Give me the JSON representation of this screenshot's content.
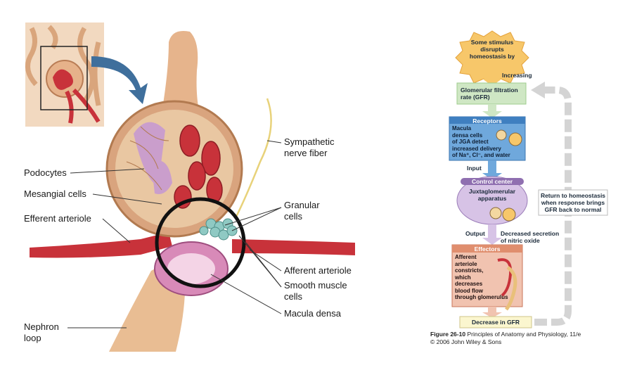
{
  "anatomy": {
    "labels": {
      "podocytes": "Podocytes",
      "mesangial": "Mesangial cells",
      "efferent": "Efferent arteriole",
      "nephron_line1": "Nephron",
      "nephron_line2": "loop",
      "sympathetic_line1": "Sympathetic",
      "sympathetic_line2": "nerve fiber",
      "granular_line1": "Granular",
      "granular_line2": "cells",
      "afferent": "Afferent arteriole",
      "smooth_line1": "Smooth muscle",
      "smooth_line2": "cells",
      "macula": "Macula densa"
    }
  },
  "flowchart": {
    "stimulus_lines": [
      "Some stimulus",
      "disrupts",
      "homeostasis by"
    ],
    "increasing": "Increasing",
    "gfr_lines": [
      "Glomerular filtration",
      "rate (GFR)"
    ],
    "receptors_title": "Receptors",
    "receptors_lines": [
      "Macula",
      "densa cells",
      "of JGA detect",
      "increased delivery",
      "of Na⁺, Cl⁻, and water"
    ],
    "input": "Input",
    "control_title": "Control center",
    "control_lines": [
      "Juxtaglomerular",
      "apparatus"
    ],
    "output": "Output",
    "decreased_lines": [
      "Decreased secretion",
      "of nitric oxide"
    ],
    "effectors_title": "Effectors",
    "effectors_lines": [
      "Afferent",
      "arteriole",
      "constricts,",
      "which",
      "decreases",
      "blood flow",
      "through glomerulus"
    ],
    "decrease_gfr": "Decrease in GFR",
    "return_lines": [
      "Return to homeostasis",
      "when response brings",
      "GFR back to normal"
    ]
  },
  "caption": {
    "figure_bold": "Figure 26-10",
    "figure_rest": "Principles of Anatomy and Physiology, 11/e",
    "copyright": "© 2006 John Wiley & Sons"
  },
  "colors": {
    "artery": "#c8323a",
    "tissue": "#e2b48c",
    "flow_green": "#cfe7c4",
    "flow_blue": "#6fa8dc",
    "flow_purple": "#d7c3e6",
    "flow_salmon": "#e8a88a",
    "flow_gray_arrow": "#d4d4d4",
    "stimulus_yellow": "#f7c76a"
  }
}
